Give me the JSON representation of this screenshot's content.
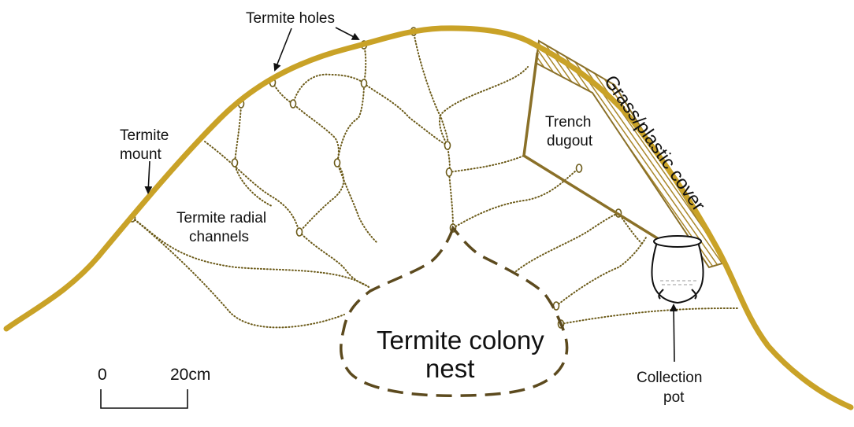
{
  "labels": {
    "termite_holes": "Termite holes",
    "termite_mount_1": "Termite",
    "termite_mount_2": "mount",
    "radial_channels_1": "Termite radial",
    "radial_channels_2": "channels",
    "trench_1": "Trench",
    "trench_2": "dugout",
    "cover": "Grass/plastic cover",
    "nest_1": "Termite colony",
    "nest_2": "nest",
    "pot_1": "Collection",
    "pot_2": "pot"
  },
  "scale_bar": {
    "start": "0",
    "end": "20cm"
  },
  "colors": {
    "mound": "#C9A227",
    "channel": "#6B5A18",
    "nest_outline": "#5C4A1E",
    "trench": "#8A7028",
    "cover_hatch": "#A9872A",
    "text": "#111111"
  }
}
